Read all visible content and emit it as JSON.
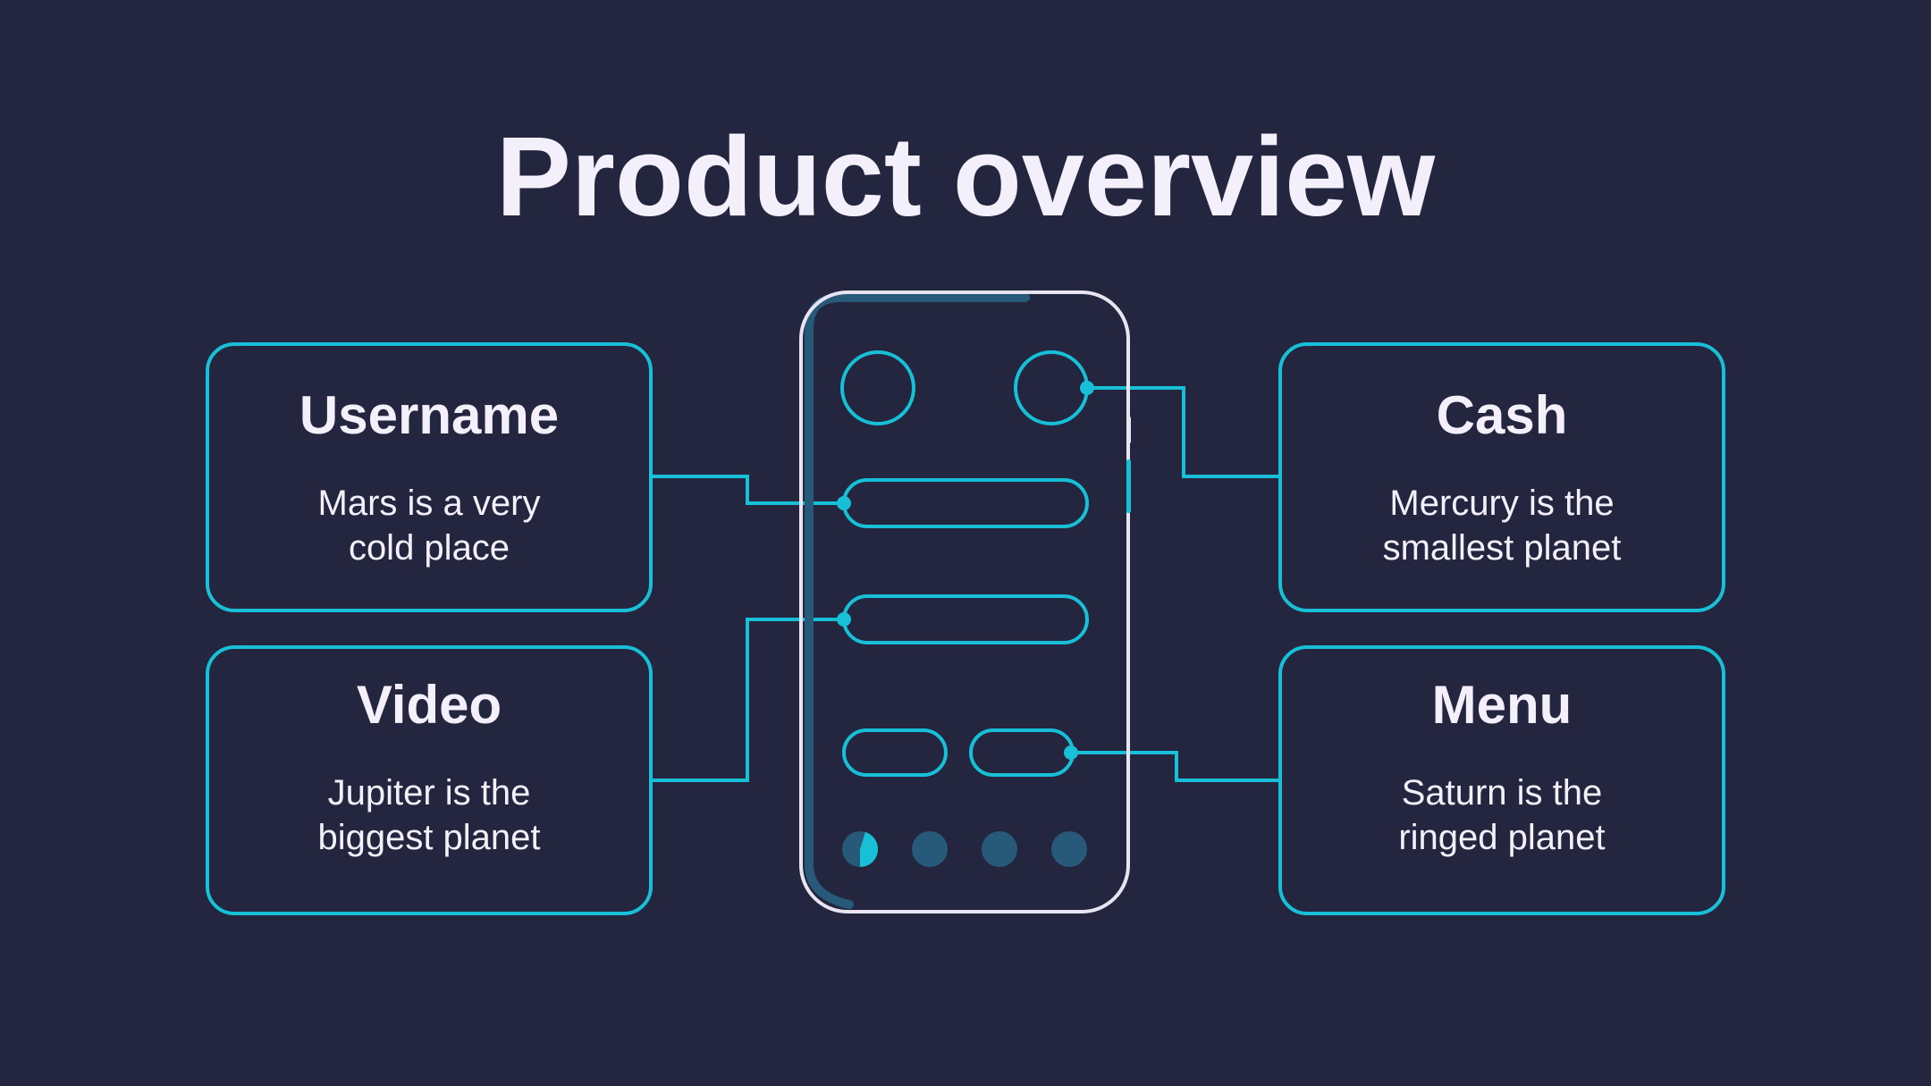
{
  "title": "Product overview",
  "colors": {
    "background": "#242640",
    "accent": "#17c0d6",
    "phone_outline": "#e8e4f2",
    "muted_accent": "#275a78",
    "text": "#f4f0fb"
  },
  "cards": {
    "username": {
      "title": "Username",
      "line1": "Mars is a very",
      "line2": "cold place"
    },
    "video": {
      "title": "Video",
      "line1": "Jupiter is the",
      "line2": "biggest planet"
    },
    "cash": {
      "title": "Cash",
      "line1": "Mercury is the",
      "line2": "smallest planet"
    },
    "menu": {
      "title": "Menu",
      "line1": "Saturn is the",
      "line2": "ringed planet"
    }
  },
  "phone": {
    "page_indicator": {
      "count": 4,
      "active_index": 0
    }
  }
}
